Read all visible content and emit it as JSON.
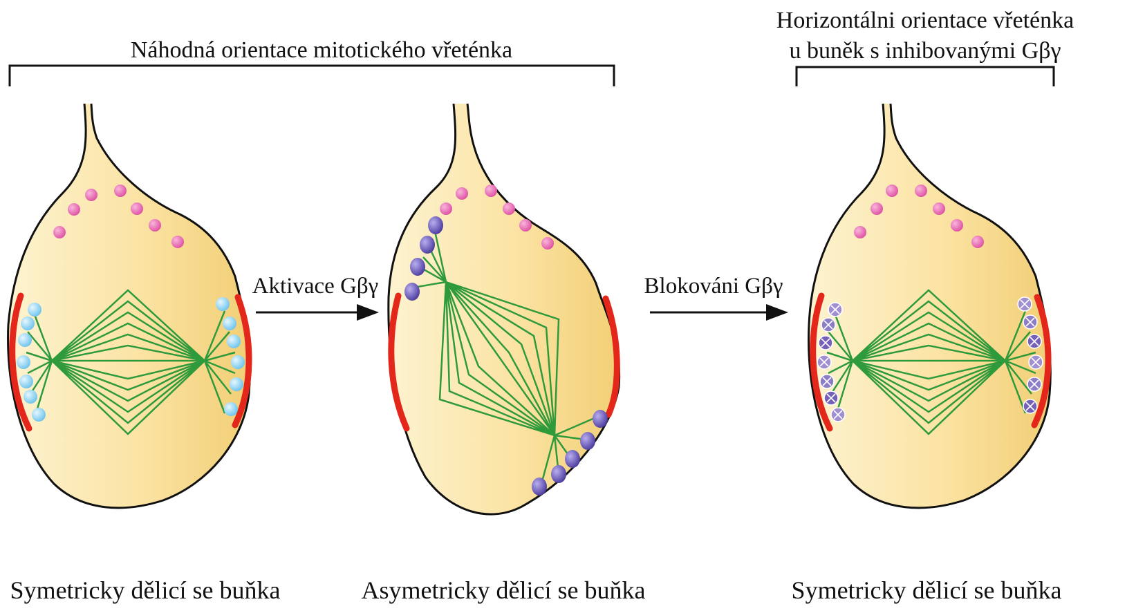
{
  "headers": {
    "random_orientation": "Náhodná orientace mitotického vřeténka",
    "horizontal_line1": "Horizontálni orientace vřeténka",
    "horizontal_line2": "u buněk s inhibovanými Gβγ"
  },
  "arrows": {
    "activation": "Aktivace Gβγ",
    "blocking": "Blokováni Gβγ"
  },
  "captions": {
    "cell1": "Symetricky dělicí se buňka",
    "cell2": "Asymetricky dělicí se buňka",
    "cell3": "Symetricky dělicí se buňka"
  },
  "colors": {
    "cell_fill_light": "#fdf3d0",
    "cell_fill_dark": "#f2cf76",
    "outline": "#111111",
    "cortex_red": "#e3271b",
    "spindle_green": "#2e9a3c",
    "pink_granule": "#e66ab2",
    "blue_complex": "#8fd3f2",
    "purple_complex": "#6c55b5",
    "inhibited_complex": "#a08fcf"
  }
}
